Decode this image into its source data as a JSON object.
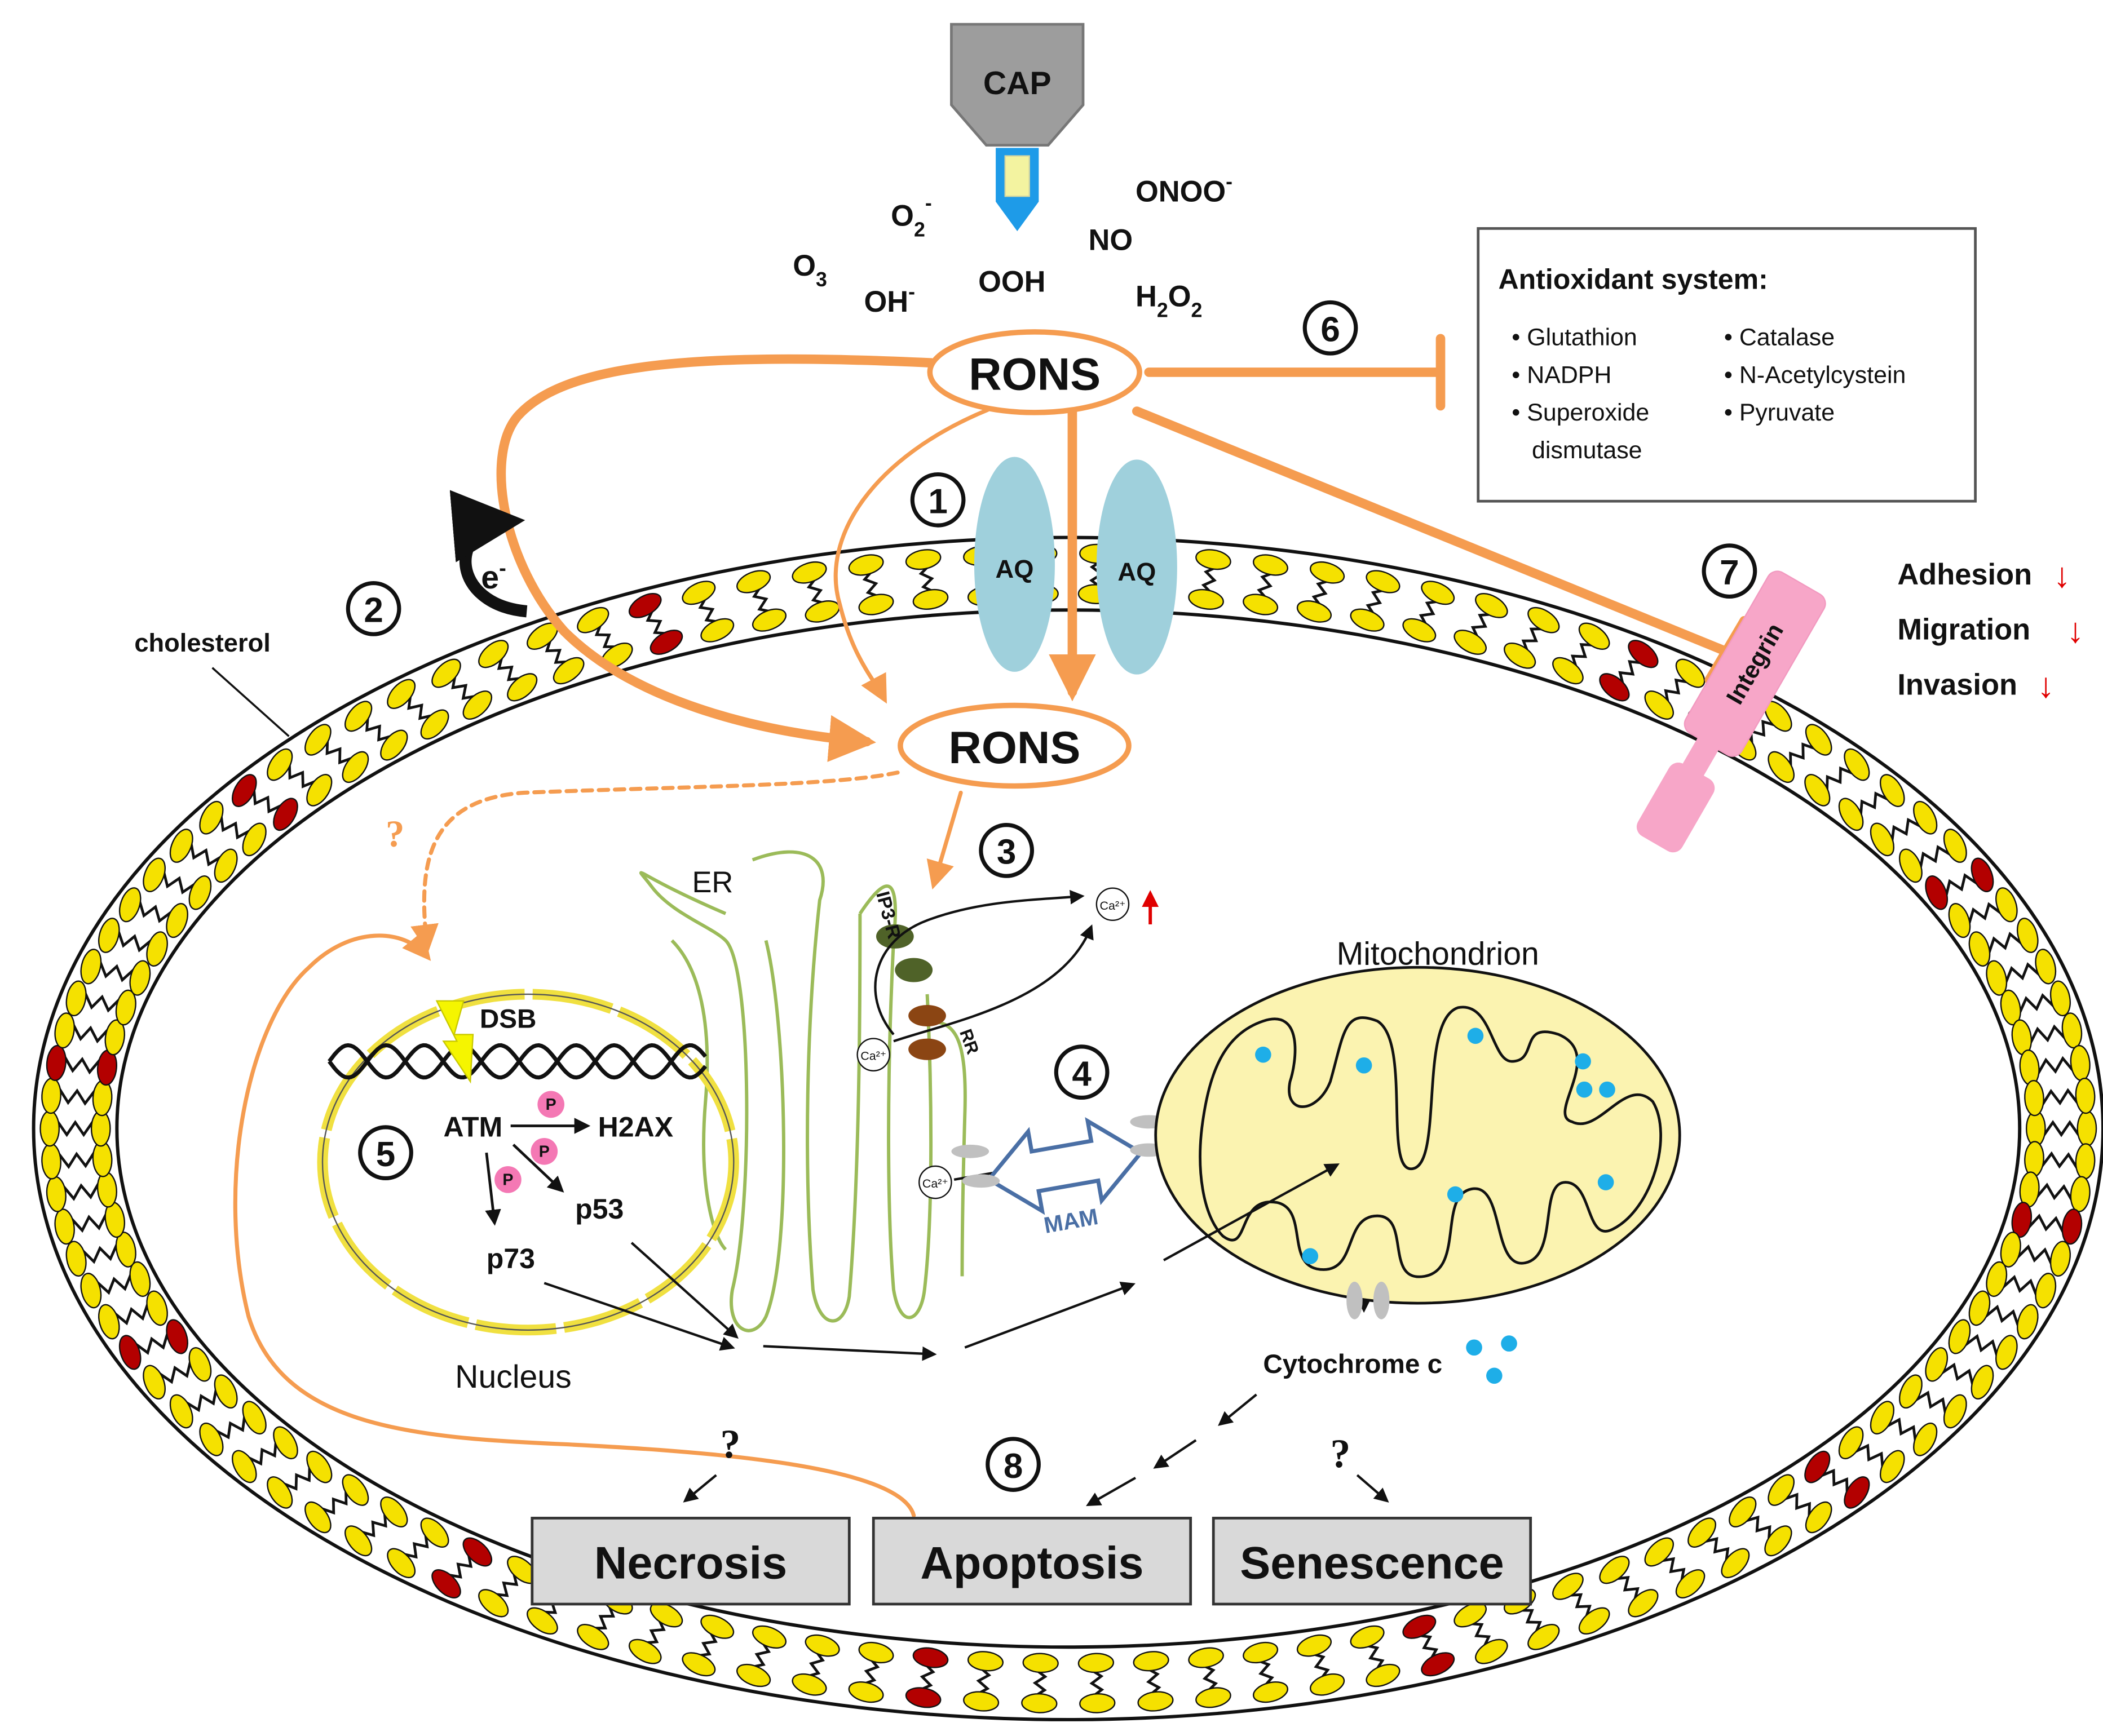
{
  "colors": {
    "orange": "#f59c50",
    "membrane_head": "#f5e100",
    "membrane_dark": "#b30000",
    "aquaporin": "#9fd0dc",
    "integrin": "#f7a6c8",
    "er": "#9bbb59",
    "mito_fill": "#fbf3b0",
    "nucleus": "#f0e040",
    "blue_dot": "#1eaee8",
    "mam_arrow": "#4a6fa5",
    "outcome_box": "#d9d9d9"
  },
  "cap": {
    "label": "CAP"
  },
  "species": {
    "o2": "O",
    "o2_sub": "2",
    "o2_sup": "-",
    "onoo": "ONOO",
    "onoo_sup": "-",
    "no": "NO",
    "o3": "O",
    "o3_sub": "3",
    "oh": "OH",
    "oh_sup": "-",
    "ooh": "OOH",
    "h2o2_a": "H",
    "h2o2_sub1": "2",
    "h2o2_b": "O",
    "h2o2_sub2": "2"
  },
  "rons_outer": "RONS",
  "rons_inner": "RONS",
  "numbers": [
    "1",
    "2",
    "3",
    "4",
    "5",
    "6",
    "7",
    "8"
  ],
  "antioxidant": {
    "title": "Antioxidant system:",
    "col1": [
      "Glutathion",
      "NADPH",
      "Superoxide",
      "dismutase"
    ],
    "col2": [
      "Catalase",
      "N-Acetylcystein",
      "Pyruvate"
    ]
  },
  "labels": {
    "electron": "e",
    "electron_sup": "-",
    "cholesterol": "cholesterol",
    "aq": "AQ",
    "integrin": "Integrin",
    "question": "?",
    "er": "ER",
    "ip3r": "IP3-R",
    "rr": "RR",
    "ca": "Ca²⁺",
    "mitochondrion": "Mitochondrion",
    "mam": "MAM",
    "dsb": "DSB",
    "atm": "ATM",
    "h2ax": "H2AX",
    "p53": "p53",
    "p73": "p73",
    "p": "P",
    "nucleus": "Nucleus",
    "cytochrome": "Cytochrome c"
  },
  "effects": [
    {
      "label": "Adhesion",
      "arrow": "↓"
    },
    {
      "label": "Migration",
      "arrow": "↓"
    },
    {
      "label": "Invasion",
      "arrow": "↓"
    }
  ],
  "outcomes": [
    "Necrosis",
    "Apoptosis",
    "Senescence"
  ]
}
